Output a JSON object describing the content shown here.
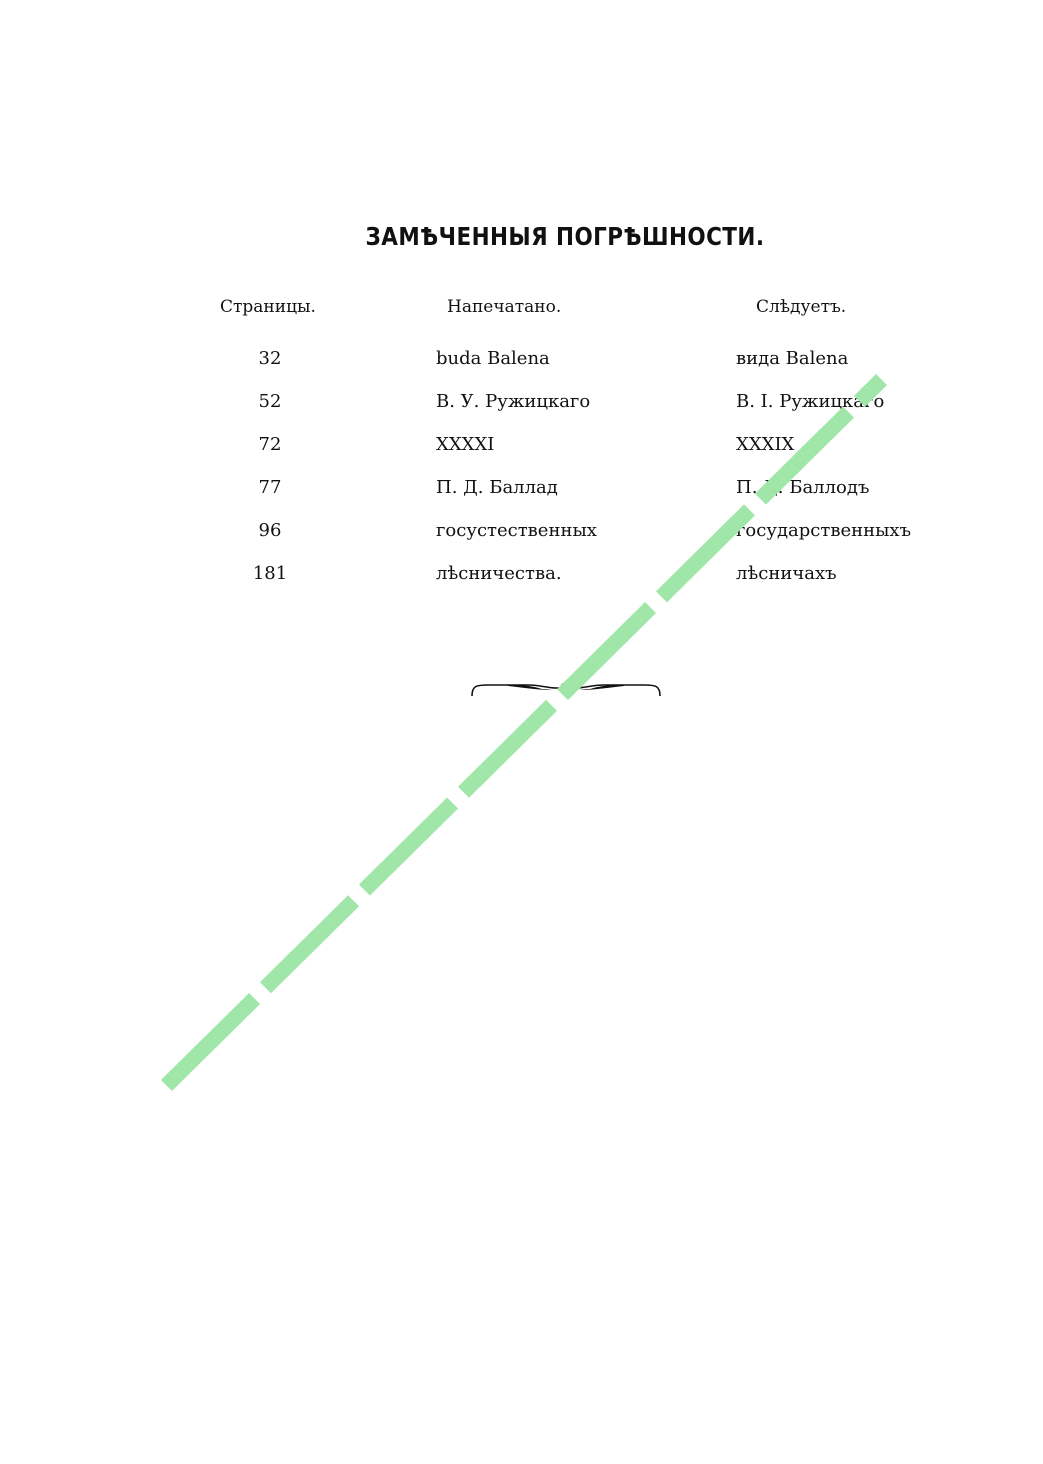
{
  "document": {
    "title": "ЗАМѢЧЕННЫЯ ПОГРѢШНОСТИ.",
    "headers": {
      "pages": "Страницы.",
      "printed": "Напечатано.",
      "should_be": "Слѣдуетъ."
    },
    "rows": [
      {
        "page": "32",
        "printed": "buda Balena",
        "should_be": "вида Balena"
      },
      {
        "page": "52",
        "printed": "В. У. Ружицкаго",
        "should_be": "В. І. Ружицкаго"
      },
      {
        "page": "72",
        "printed": "XXXXI",
        "should_be": "XXXIX"
      },
      {
        "page": "77",
        "printed": "П. Д. Баллад",
        "should_be": "П. Д. Баллодъ"
      },
      {
        "page": "96",
        "printed": "госустественных",
        "should_be": "государственныхъ"
      },
      {
        "page": "181",
        "printed": "лѣсничества.",
        "should_be": "лѣсничахъ"
      }
    ]
  },
  "colors": {
    "text": "#111111",
    "watermark": "#9fe6a8"
  },
  "icons": {
    "ornament": "decorative-brace-ornament-icon",
    "watermark": "green-diagonal-watermark"
  }
}
